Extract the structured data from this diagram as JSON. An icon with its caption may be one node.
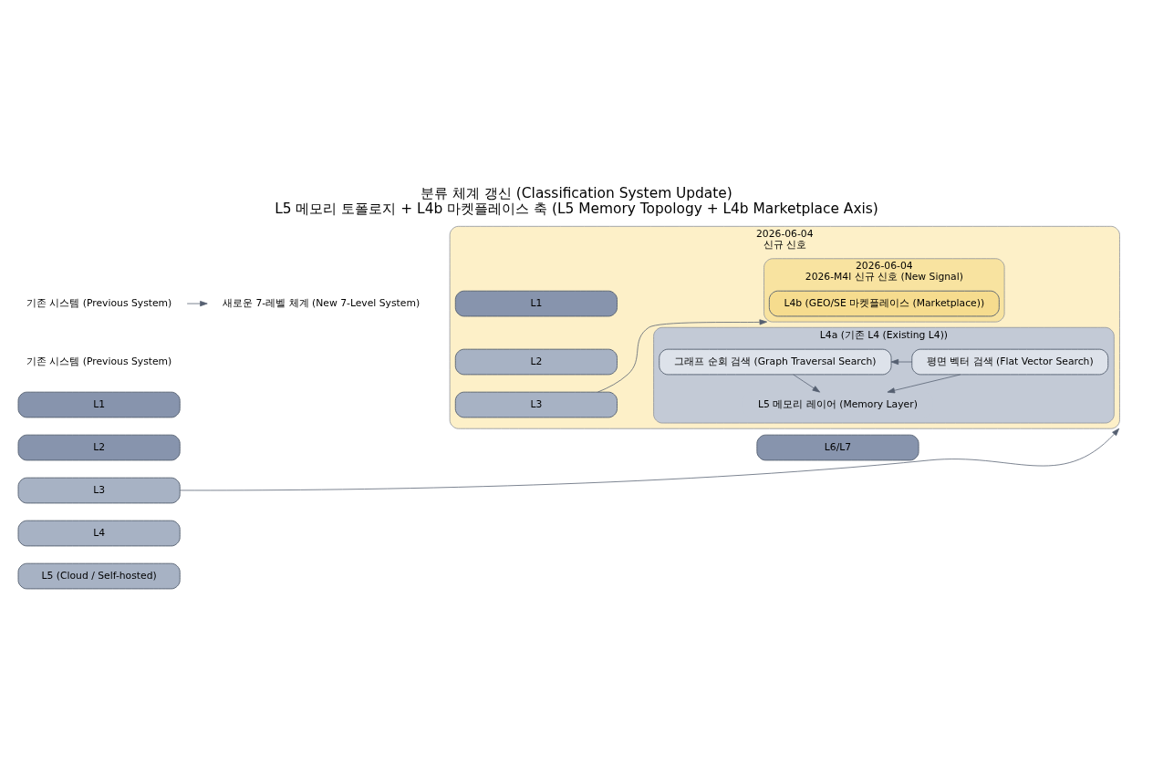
{
  "diagram": {
    "title": "분류 체계 갱신 (Classification System Update)",
    "caption": "L5 메모리 토폴로지 + L4b 마켓플레이스 축 (L5 Memory Topology + L4b Marketplace Axis)",
    "nodes": [
      {
        "text": [
          "기존 시스템 (Previous System)"
        ]
      },
      {
        "text": [
          "새로운 7-레벨 체계 (New 7-Level System)"
        ]
      },
      {
        "text": [
          "기존 시스템 (Previous System)"
        ]
      },
      {
        "text": [
          "L1"
        ]
      },
      {
        "text": [
          "L2"
        ]
      },
      {
        "text": [
          "L3"
        ]
      },
      {
        "text": [
          "L4"
        ]
      },
      {
        "text": [
          "L5 (Cloud / Self-hosted)"
        ]
      },
      {
        "text": [
          "2026-06-04",
          "신규 신호"
        ]
      },
      {
        "text": [
          "L1"
        ],
        "in": 8
      },
      {
        "text": [
          "L2"
        ],
        "in": 8
      },
      {
        "text": [
          "L3"
        ],
        "in": 8
      },
      {
        "text": [
          "2026-06-04",
          "2026-M4l 신규 신호 (New Signal)"
        ],
        "in": 8
      },
      {
        "text": [
          "L4b (GEO/SE 마켓플레이스 (Marketplace))"
        ],
        "in": 12
      },
      {
        "text": [
          "L4a (기존 L4 (Existing L4))"
        ],
        "in": 8
      },
      {
        "text": [
          "평면 벡터 검색 (Flat Vector Search)"
        ],
        "in": 14
      },
      {
        "text": [
          "그래프 순회 검색 (Graph Traversal Search)"
        ],
        "in": 14
      },
      {
        "text": [
          "L5 메모리 레이어 (Memory Layer)"
        ],
        "in": 14
      },
      {
        "text": [
          "L6/L7"
        ]
      }
    ],
    "edges": [
      {
        "from": 0,
        "to": 1,
        "arrow": "to"
      },
      {
        "from": 5,
        "to": 8,
        "arrow": "to"
      },
      {
        "from": 11,
        "to": 12,
        "arrow": "to"
      },
      {
        "from": 15,
        "to": 16,
        "arrow": "to"
      },
      {
        "from": 15,
        "to": 17,
        "arrow": "to"
      },
      {
        "from": 16,
        "to": 17,
        "arrow": "to"
      }
    ]
  }
}
